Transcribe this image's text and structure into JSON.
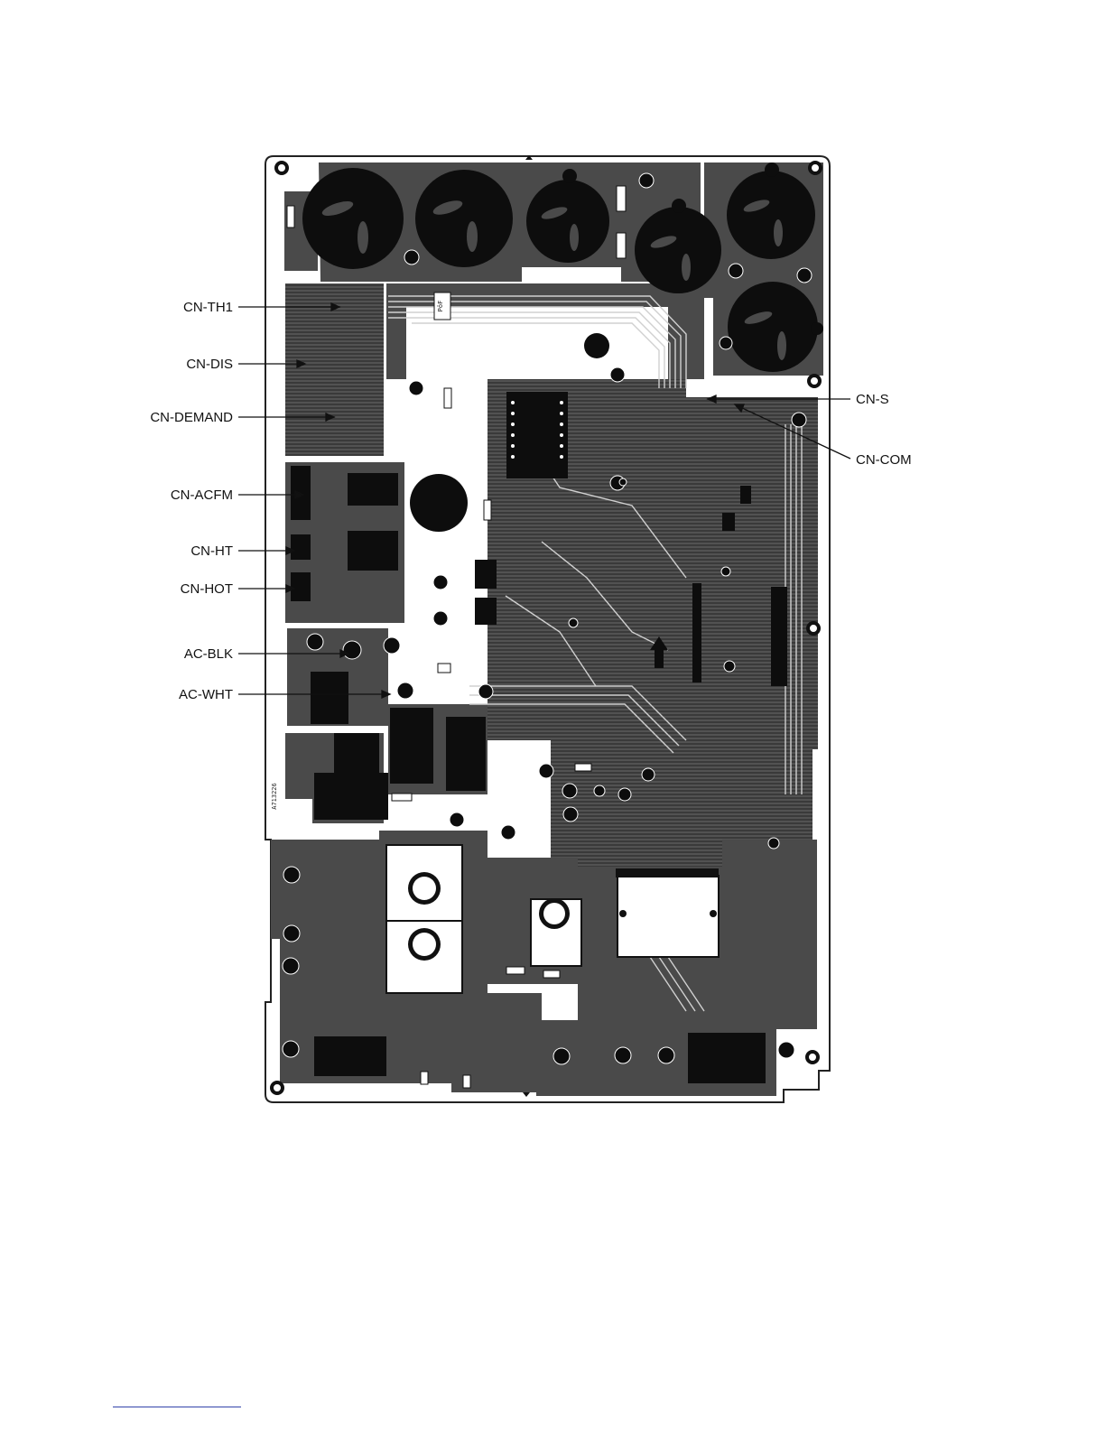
{
  "labels": {
    "cn_th1": "CN-TH1",
    "cn_dis": "CN-DIS",
    "cn_demand": "CN-DEMAND",
    "cn_acfm": "CN-ACFM",
    "cn_ht": "CN-HT",
    "cn_hot": "CN-HOT",
    "ac_blk": "AC-BLK",
    "ac_wht": "AC-WHT",
    "cn_s": "CN-S",
    "cn_com": "CN-COM"
  },
  "board": {
    "part_number": "A713226",
    "silk_p_of": "PöF"
  },
  "colors": {
    "copper": "#4a4a4a",
    "board": "#ffffff",
    "component": "#0d0d0d",
    "trace": "#d8d8d8",
    "outline": "#222222"
  }
}
